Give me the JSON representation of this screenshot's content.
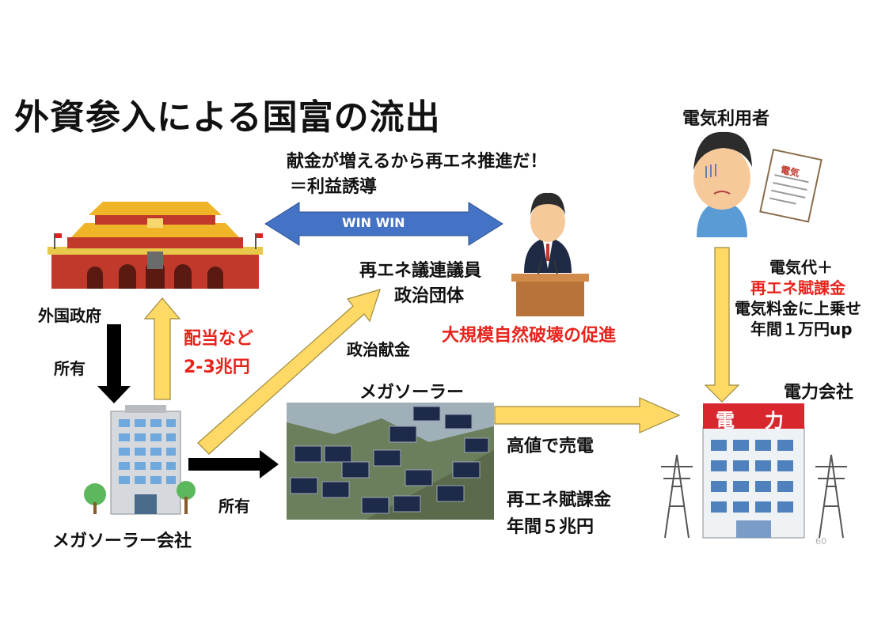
{
  "title": "外資参入による国富の流出",
  "donation_caption": {
    "line1": "献金が増えるから再エネ推進だ！",
    "line2": "＝利益誘導"
  },
  "win_win_label": "WIN WIN",
  "nodes": {
    "foreign_government": "外国政府",
    "politicians": {
      "line1": "再エネ議連議員",
      "line2": "政治団体"
    },
    "consumer": "電気利用者",
    "megasolar_company": "メガソーラー会社",
    "megasolar": "メガソーラー",
    "power_company": "電力会社",
    "power_company_sign": [
      "電",
      "力"
    ],
    "bill_icon_text": "電気"
  },
  "flows": {
    "ownership_down": "所有",
    "dividends": {
      "line1": "配当など",
      "line2": "2-3兆円"
    },
    "political_donation": "政治献金",
    "ownership_right": "所有",
    "sell_high": "高値で売電",
    "levy": {
      "line1": "再エネ賦課金",
      "line2": "年間５兆円"
    },
    "consumer_charge": {
      "line1": "電気代＋",
      "line2": "再エネ賦課金",
      "line3": "電気料金に上乗せ",
      "line4": "年間１万円up"
    }
  },
  "warning": "大規模自然破壊の促進",
  "page_number": "60",
  "colors": {
    "arrow_yellow": "#ffd966",
    "arrow_yellow_stroke": "#9c8a3c",
    "arrow_blue": "#4472c4",
    "arrow_black": "#000000",
    "red_text": "#e8231c"
  }
}
